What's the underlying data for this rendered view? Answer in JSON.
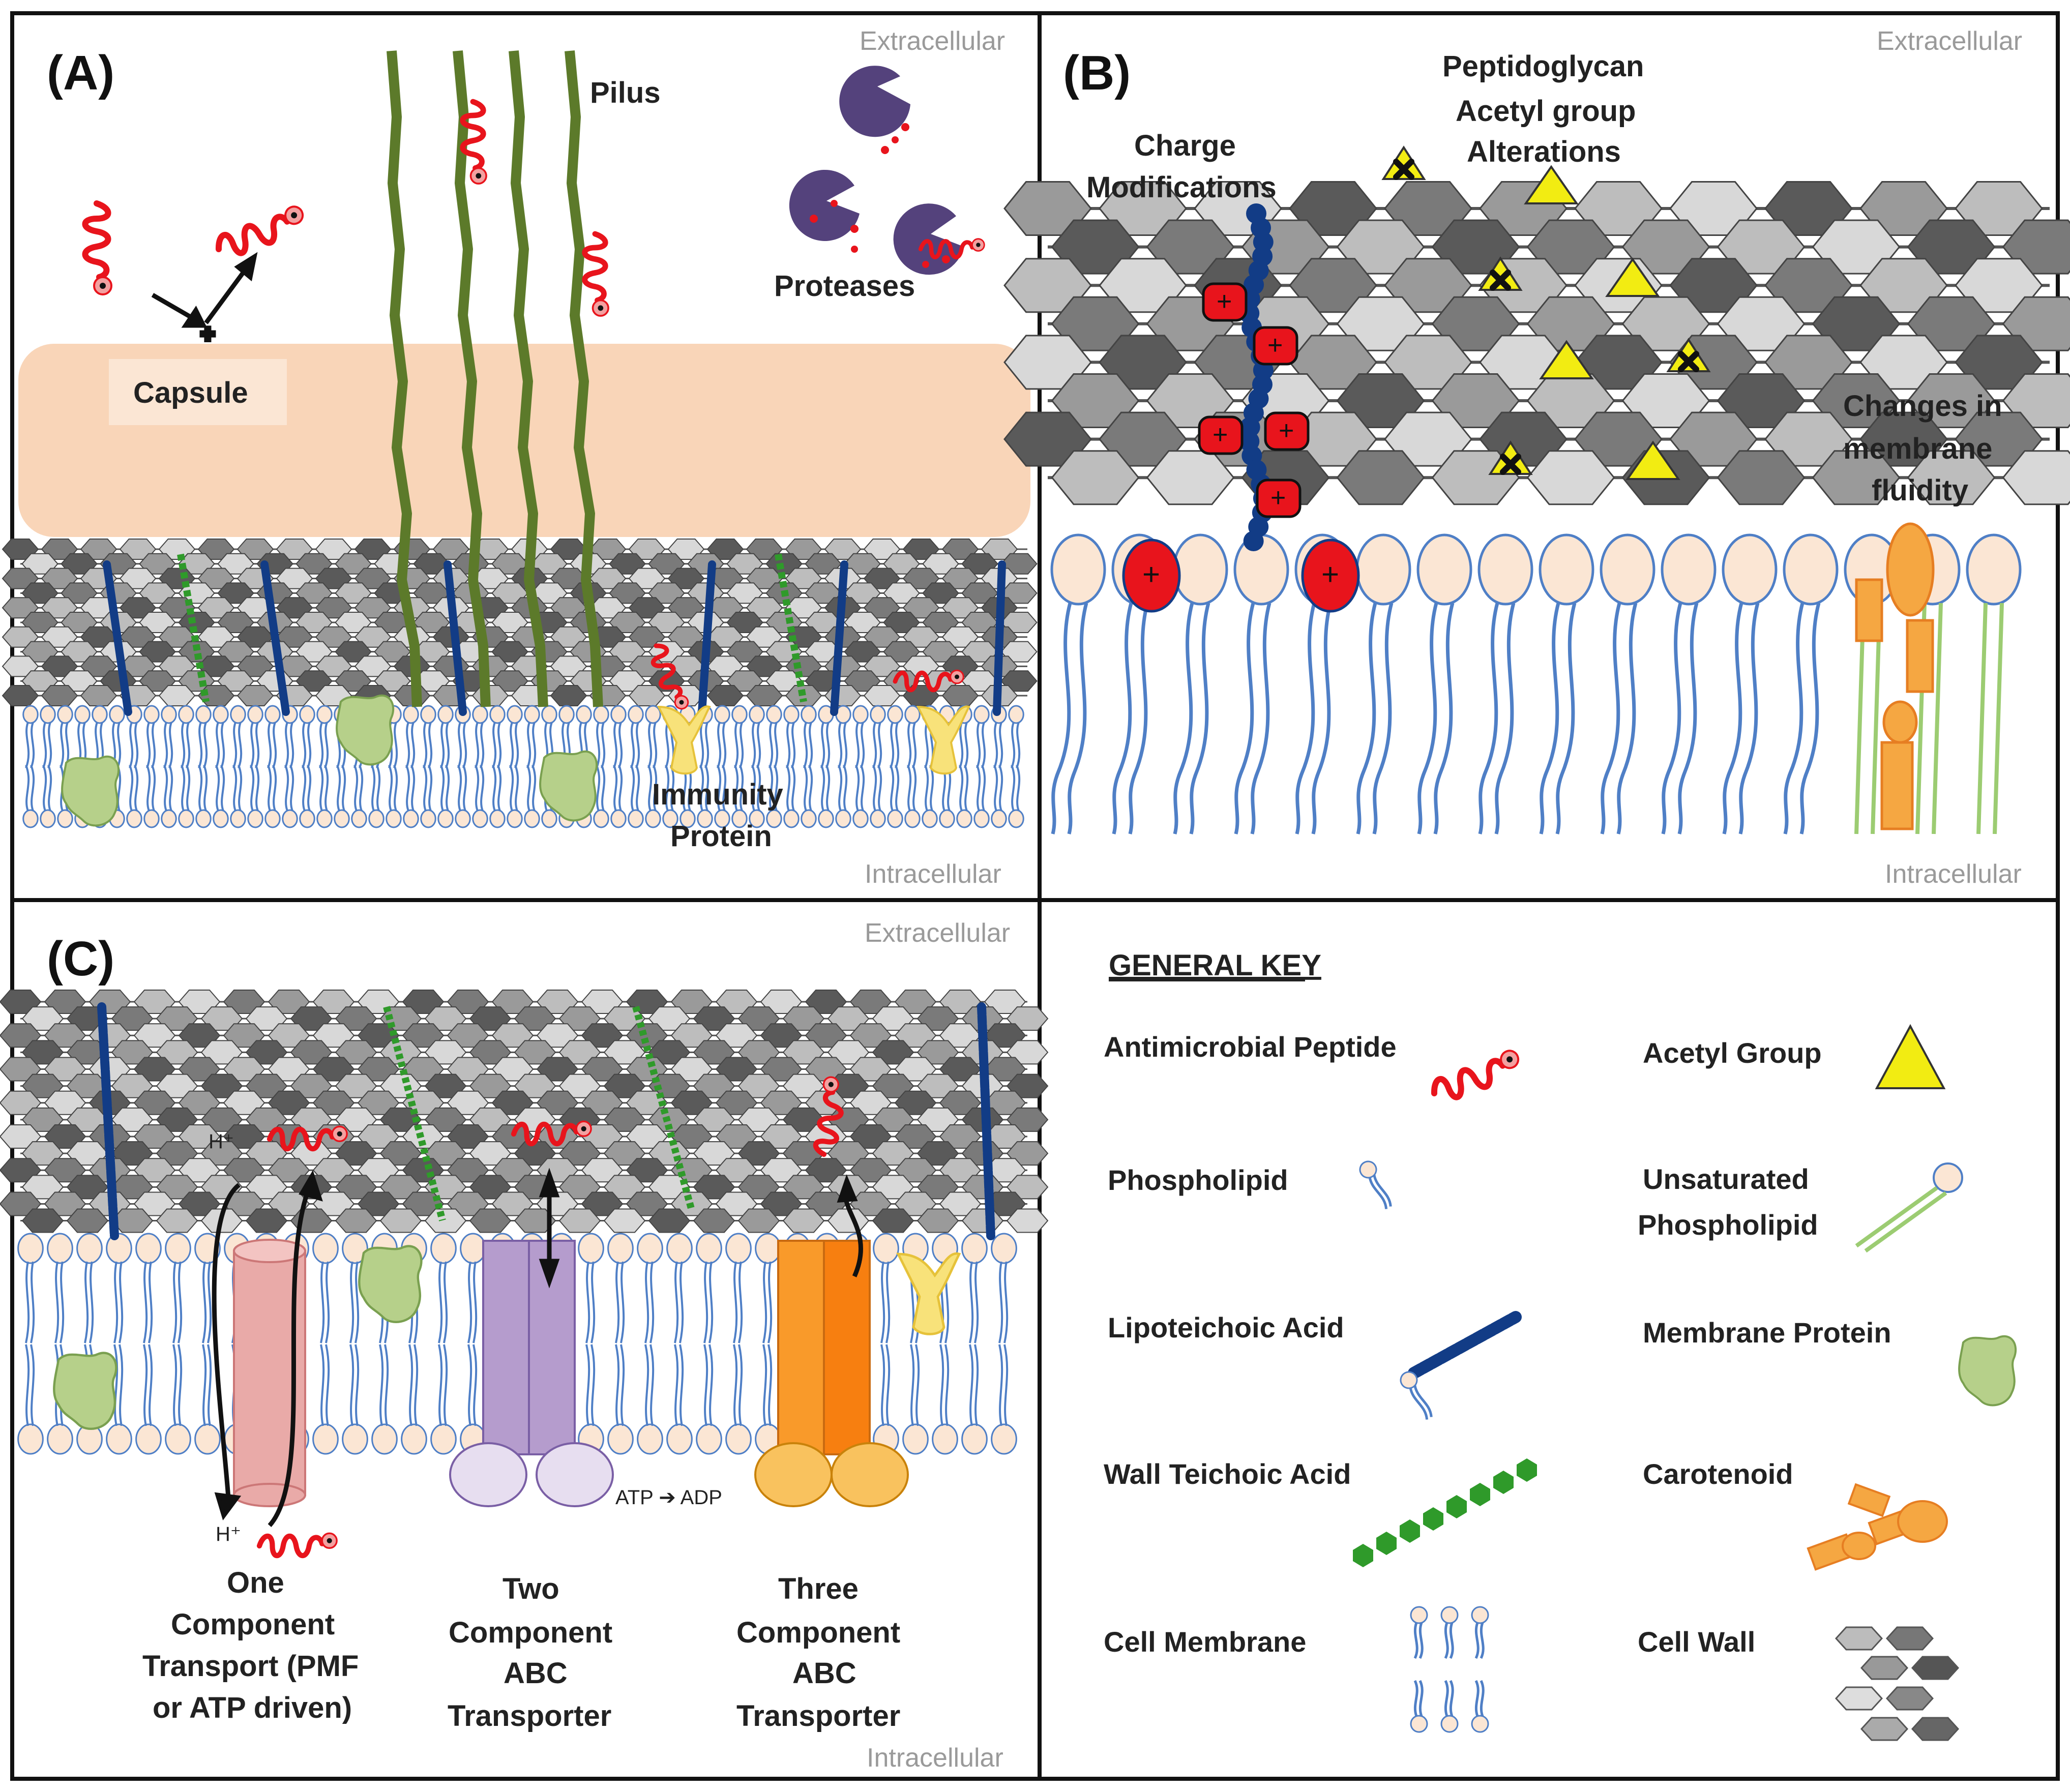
{
  "panels": {
    "A": {
      "letter": "(A)",
      "extracellular": "Extracellular",
      "intracellular": "Intracellular",
      "pilus": "Pilus",
      "proteases": "Proteases",
      "capsule": "Capsule",
      "immunity_protein": [
        "Immunity",
        "Protein"
      ]
    },
    "B": {
      "letter": "(B)",
      "extracellular": "Extracellular",
      "intracellular": "Intracellular",
      "charge_modifications": [
        "Charge",
        "Modifications"
      ],
      "peptidoglycan_acetyl": [
        "Peptidoglycan",
        "Acetyl group",
        "Alterations"
      ],
      "membrane_fluidity": [
        "Changes in",
        "membrane",
        "fluidity"
      ]
    },
    "C": {
      "letter": "(C)",
      "extracellular": "Extracellular",
      "intracellular": "Intracellular",
      "proton_top": "H⁺",
      "proton_bottom": "H⁺",
      "atp_adp": "ATP ➔ ADP",
      "one_component": [
        "One",
        "Component",
        "Transport (PMF",
        "or ATP driven)"
      ],
      "two_component": [
        "Two",
        "Component",
        "ABC",
        "Transporter"
      ],
      "three_component": [
        "Three",
        "Component",
        "ABC",
        "Transporter"
      ]
    }
  },
  "key": {
    "title": "GENERAL KEY",
    "items": {
      "antimicrobial_peptide": "Antimicrobial Peptide",
      "acetyl_group": "Acetyl Group",
      "phospholipid": "Phospholipid",
      "unsaturated_phospholipid": [
        "Unsaturated",
        "Phospholipid"
      ],
      "lipoteichoic_acid": "Lipoteichoic Acid",
      "membrane_protein": "Membrane Protein",
      "wall_teichoic_acid": "Wall Teichoic Acid",
      "carotenoid": "Carotenoid",
      "cell_membrane": "Cell Membrane",
      "cell_wall": "Cell Wall"
    }
  },
  "colors": {
    "amp_red": "#e8141c",
    "lipid_blue": "#4f7fc6",
    "lipid_head": "#fbe6d4",
    "lta_blue": "#123c86",
    "wta_green": "#2f9a2a",
    "pilus_green": "#5c7a2a",
    "capsule": "#f9d5b8",
    "protease": "#54427c",
    "acetyl_yellow": "#f2ec12",
    "carotenoid_orange": "#f5a742",
    "membrane_protein": "#b6d08a",
    "immunity_yellow": "#f8e27a",
    "unsaturated_green": "#9ccc72",
    "pink_transporter": "#e9aaa8",
    "purple_transporter": "#b59ccd",
    "orange_transporter": "#f77f10"
  }
}
